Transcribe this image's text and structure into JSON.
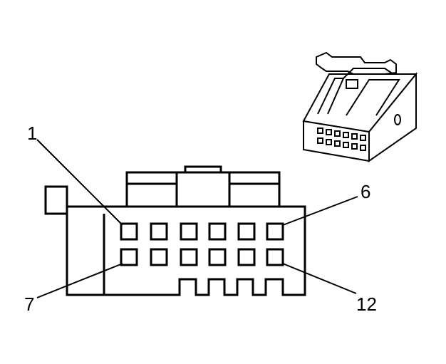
{
  "pin_labels": {
    "pin1": "1",
    "pin6": "6",
    "pin7": "7",
    "pin12": "12"
  }
}
